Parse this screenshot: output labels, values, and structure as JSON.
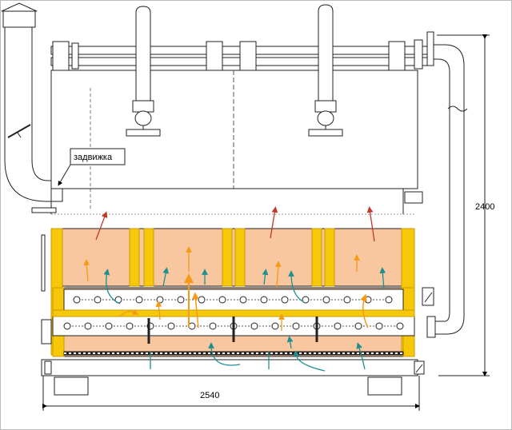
{
  "labels": {
    "valve": "задвижка",
    "height": "2400",
    "width": "2540"
  },
  "colors": {
    "fill_zone": "#f9c79f",
    "frame_yellow": "#f7c80a",
    "frame_yellow_edge": "#c89b00",
    "arrow_orange": "#f59a16",
    "arrow_teal": "#1f8f8f",
    "arrow_red": "#c0392b",
    "pipe": "#ffffff",
    "line": "#222222"
  },
  "icons": [
    "valve-wheel-icon",
    "flange-icon",
    "air-arrow-icon"
  ]
}
